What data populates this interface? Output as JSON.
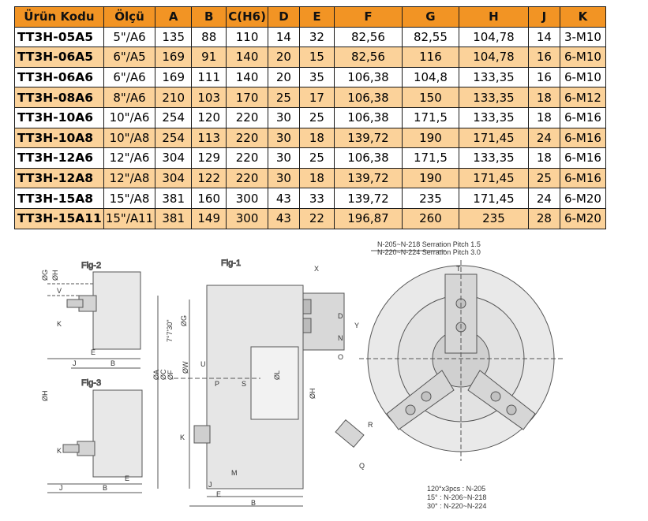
{
  "table": {
    "headers": [
      "Ürün Kodu",
      "Ölçü",
      "A",
      "B",
      "C(H6)",
      "D",
      "E",
      "F",
      "G",
      "H",
      "J",
      "K"
    ],
    "rows": [
      [
        "TT3H-05A5",
        "5\"/A6",
        "135",
        "88",
        "110",
        "14",
        "32",
        "82,56",
        "82,55",
        "104,78",
        "14",
        "3-M10"
      ],
      [
        "TT3H-06A5",
        "6\"/A5",
        "169",
        "91",
        "140",
        "20",
        "15",
        "82,56",
        "116",
        "104,78",
        "16",
        "6-M10"
      ],
      [
        "TT3H-06A6",
        "6\"/A6",
        "169",
        "111",
        "140",
        "20",
        "35",
        "106,38",
        "104,8",
        "133,35",
        "16",
        "6-M10"
      ],
      [
        "TT3H-08A6",
        "8\"/A6",
        "210",
        "103",
        "170",
        "25",
        "17",
        "106,38",
        "150",
        "133,35",
        "18",
        "6-M12"
      ],
      [
        "TT3H-10A6",
        "10\"/A6",
        "254",
        "120",
        "220",
        "30",
        "25",
        "106,38",
        "171,5",
        "133,35",
        "18",
        "6-M16"
      ],
      [
        "TT3H-10A8",
        "10\"/A8",
        "254",
        "113",
        "220",
        "30",
        "18",
        "139,72",
        "190",
        "171,45",
        "24",
        "6-M16"
      ],
      [
        "TT3H-12A6",
        "12\"/A6",
        "304",
        "129",
        "220",
        "30",
        "25",
        "106,38",
        "171,5",
        "133,35",
        "18",
        "6-M16"
      ],
      [
        "TT3H-12A8",
        "12\"/A8",
        "304",
        "122",
        "220",
        "30",
        "18",
        "139,72",
        "190",
        "171,45",
        "25",
        "6-M16"
      ],
      [
        "TT3H-15A8",
        "15\"/A8",
        "381",
        "160",
        "300",
        "43",
        "33",
        "139,72",
        "235",
        "171,45",
        "24",
        "6-M20"
      ],
      [
        "TT3H-15A11",
        "15\"/A11",
        "381",
        "149",
        "300",
        "43",
        "22",
        "196,87",
        "260",
        "235",
        "28",
        "6-M20"
      ]
    ]
  },
  "drawings": {
    "fig1": "Fig-1",
    "fig2": "Fig-2",
    "fig3": "Fig-3",
    "serration_note_1": "N-205~N-218 Serration Pitch 1.5",
    "serration_note_2": "N-220~N-224 Serration Pitch 3.0",
    "jaw_note_1": "120°x3pcs : N-205",
    "jaw_note_2": "15° : N-206~N-218",
    "jaw_note_3": "30° : N-220~N-224",
    "dims": {
      "fig2": [
        "ØG",
        "ØH",
        "V",
        "K",
        "E",
        "J",
        "B"
      ],
      "fig3": [
        "ØH",
        "K",
        "E",
        "J",
        "B"
      ],
      "fig1": [
        "7°7'30\"",
        "ØG",
        "U",
        "ØW",
        "ØF",
        "ØA",
        "ØC",
        "P",
        "S",
        "ØL",
        "ØH",
        "K",
        "J",
        "M",
        "E",
        "B",
        "X",
        "D",
        "Y",
        "N",
        "O"
      ],
      "front": [
        "T",
        "R",
        "Q"
      ]
    }
  }
}
